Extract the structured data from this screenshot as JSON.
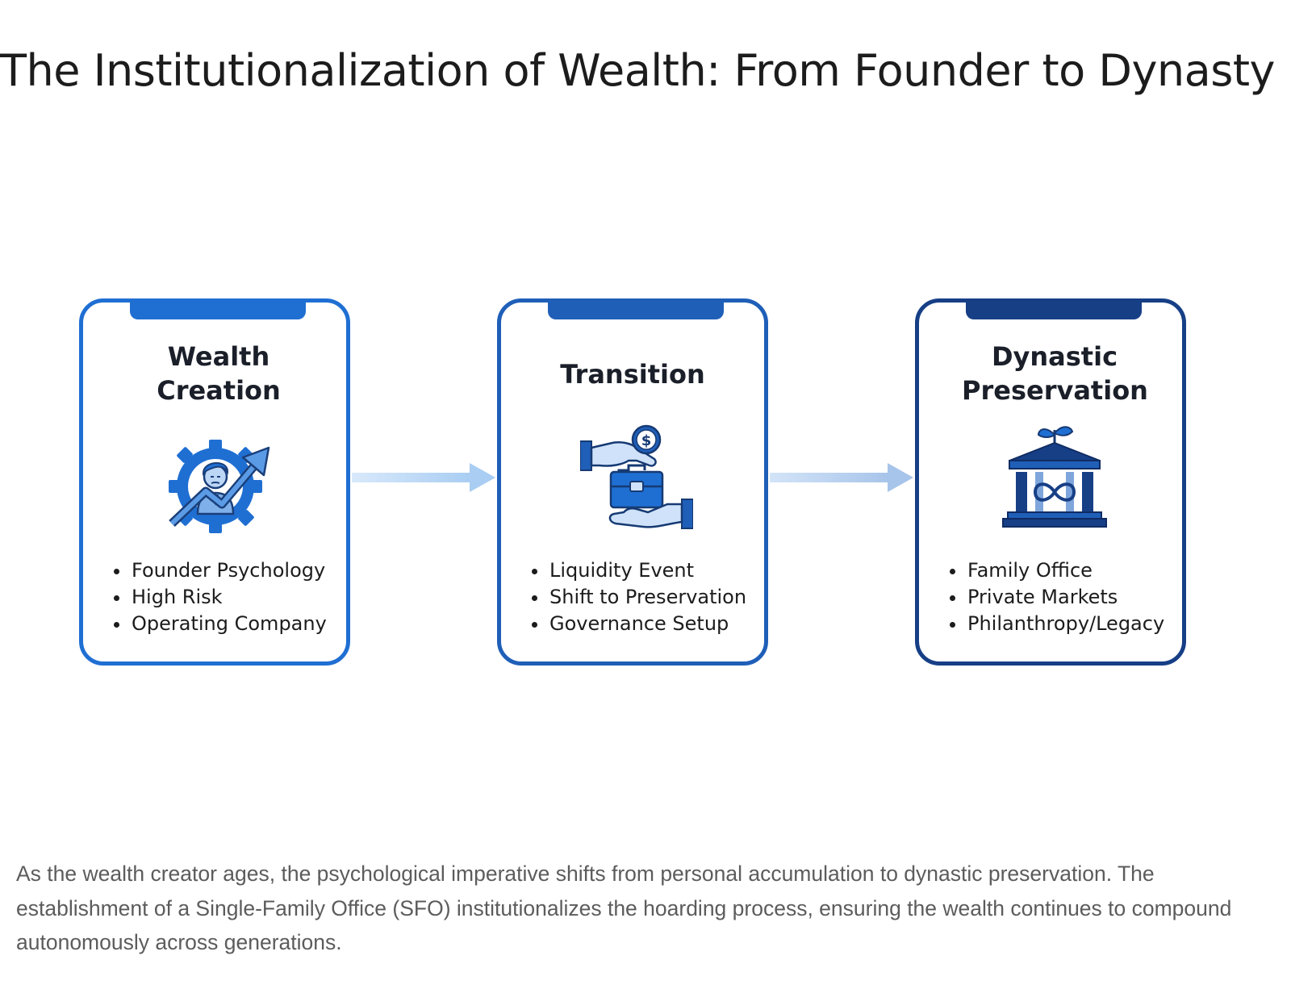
{
  "page": {
    "title": "The Institutionalization of Wealth: From Founder to Dynasty",
    "caption": "As the wealth creator ages, the psychological imperative shifts from personal accumulation to dynastic preservation. The establishment of a Single-Family Office (SFO) institutionalizes the hoarding process, ensuring the wealth continues to compound autonomously across generations."
  },
  "stages": [
    {
      "title": "Wealth Creation",
      "icon": "founder-gear-growth-icon",
      "accent": "#1f6fd3",
      "bullets": [
        "Founder Psychology",
        "High Risk",
        "Operating Company"
      ]
    },
    {
      "title": "Transition",
      "icon": "handover-briefcase-icon",
      "accent": "#1f5fb8",
      "bullets": [
        "Liquidity Event",
        "Shift to Preservation",
        "Governance Setup"
      ]
    },
    {
      "title": "Dynastic Preservation",
      "icon": "institution-infinity-icon",
      "accent": "#173f86",
      "bullets": [
        "Family Office",
        "Private Markets",
        "Philanthropy/Legacy"
      ]
    }
  ],
  "colors": {
    "arrow": "#a9cdf3",
    "text": "#1c1c1c",
    "caption": "#5c5c5c"
  }
}
